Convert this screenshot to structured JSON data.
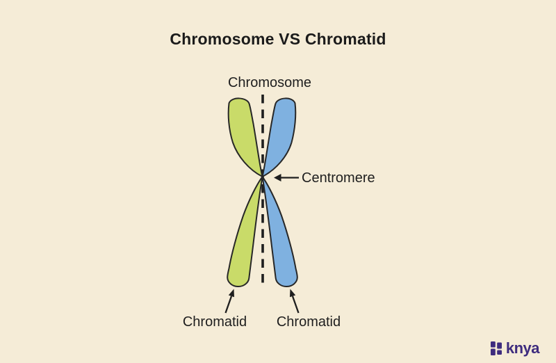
{
  "page": {
    "background_color": "#f5ecd7"
  },
  "title": "Chromosome VS Chromatid",
  "diagram": {
    "labels": {
      "chromosome": "Chromosome",
      "centromere": "Centromere",
      "chromatid_left": "Chromatid",
      "chromatid_right": "Chromatid"
    },
    "colors": {
      "chromatid_left_fill": "#c9db69",
      "chromatid_right_fill": "#7fb1e0",
      "outline": "#272727",
      "line": "#1e1e1e",
      "text": "#1e1e1e"
    }
  },
  "footer": {
    "logo_text": "knya",
    "logo_color": "#3e2c7e",
    "logo_icon": "knya-blocks-icon"
  }
}
